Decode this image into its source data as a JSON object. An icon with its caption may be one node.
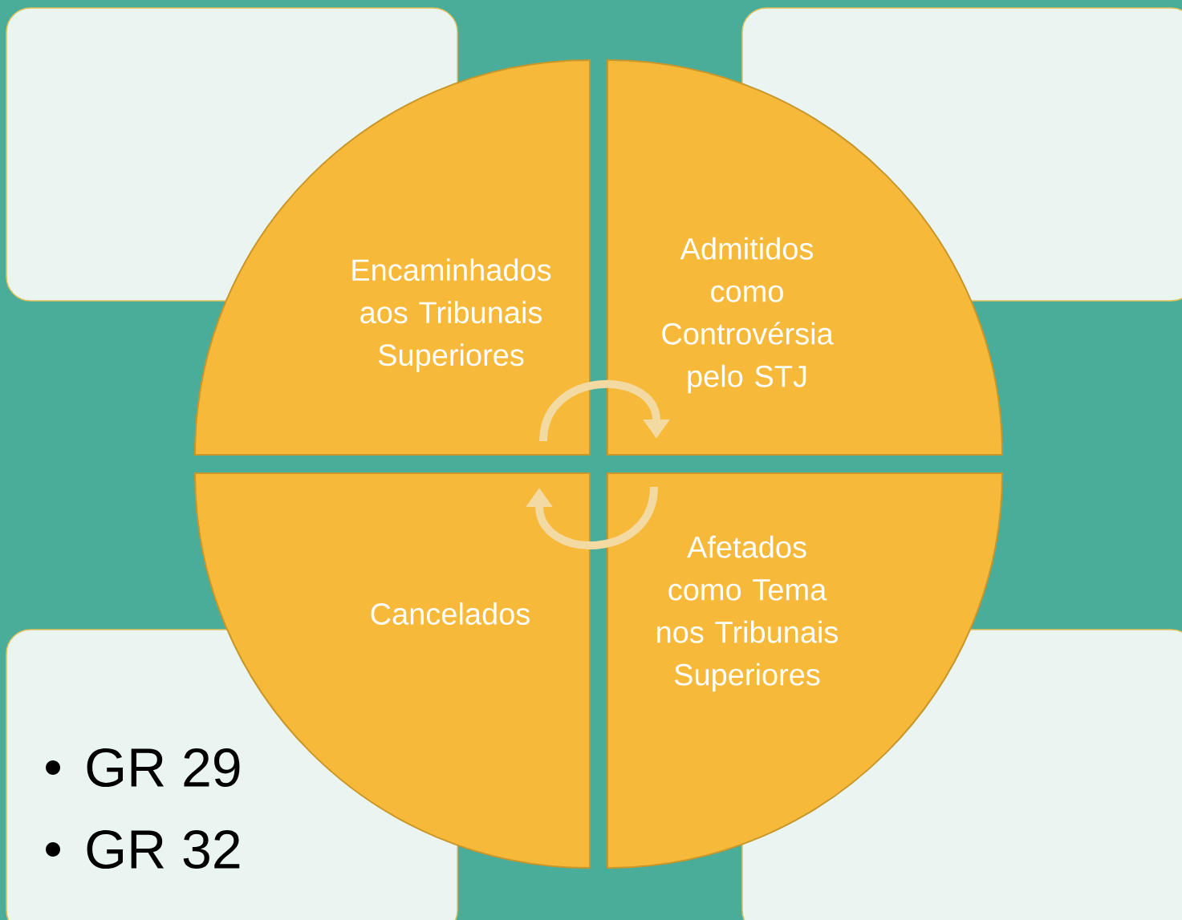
{
  "diagram": {
    "nodes": [
      {
        "text": [],
        "shape": "box"
      },
      {
        "text": [],
        "shape": "box"
      },
      {
        "text": [
          "Encaminhados aos Tribunais Superiores"
        ]
      },
      {
        "text": [
          "Admitidos como Controvérsia pelo STJ"
        ]
      },
      {
        "text": [
          "Cancelados"
        ]
      },
      {
        "text": [
          "Afetados como Tema nos Tribunais Superiores"
        ]
      },
      {
        "text": [
          "GR 29",
          "GR 32"
        ]
      },
      {
        "text": [],
        "shape": "box"
      }
    ],
    "edges": [
      {
        "from": 2,
        "to": 3,
        "arrow": "to"
      },
      {
        "from": 5,
        "to": 4,
        "arrow": "to"
      }
    ]
  }
}
